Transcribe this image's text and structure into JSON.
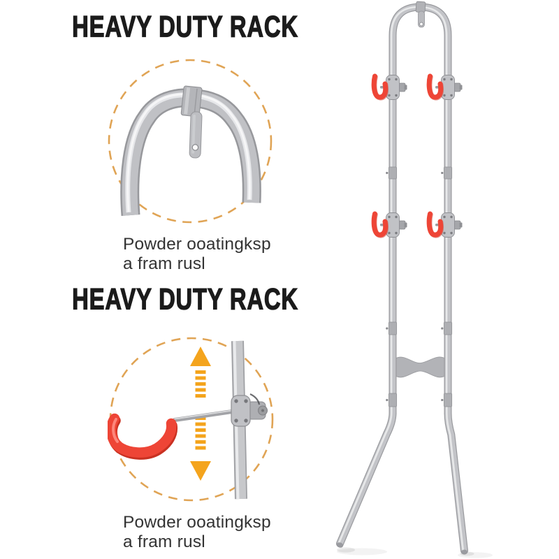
{
  "sections": [
    {
      "heading": "HEAVY DUTY RACK",
      "caption": "Powder ooatingksp\na fram rusl",
      "image": "rack-top-strap-closeup"
    },
    {
      "heading": "HEAVY DUTY RACK",
      "caption": "Powder ooatingksp\na fram rusl",
      "image": "adjustable-hook-closeup"
    }
  ],
  "product_image": {
    "description_names": [
      "bike-rack-full-view",
      "red-storage-hooks",
      "hanging-strap",
      "wavy-crossbar",
      "splayed-legs"
    ],
    "hook_count": 4
  },
  "icons": {
    "up_arrow": "▲",
    "down_arrow": "▼"
  },
  "colors": {
    "background": "#ffffff",
    "heading_text": "#1b1b1b",
    "caption_text": "#333333",
    "dashed_circle": "#e0a455",
    "arrow_orange": "#f4a41d",
    "hook_red": "#ee4536",
    "tube_gray_mid": "#c3c4c8",
    "tube_gray_dark": "#999a9e",
    "tube_highlight": "#e9eaeb"
  }
}
